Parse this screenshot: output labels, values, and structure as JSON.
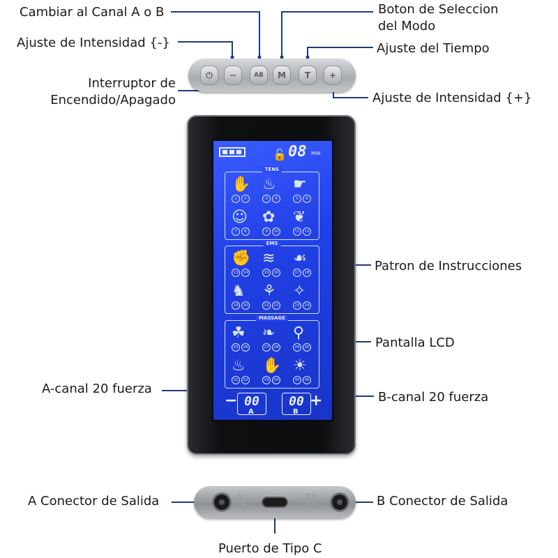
{
  "labels": {
    "channel_switch": "Cambiar al Canal A o B",
    "mode_select_line1": "Boton de Seleccion",
    "mode_select_line2": "del Modo",
    "intensity_minus": "Ajuste de Intensidad {-}",
    "time_adjust": "Ajuste del Tiempo",
    "power_line1": "Interruptor de",
    "power_line2": "Encendido/Apagado",
    "intensity_plus": "Ajuste de Intensidad {+}",
    "instruction_pattern": "Patron de Instrucciones",
    "lcd_screen": "Pantalla LCD",
    "a_channel": "A-canal 20 fuerza",
    "b_channel": "B-canal 20 fuerza",
    "a_output": "A Conector de Salida",
    "b_output": "B Conector de Salida",
    "usb_port": "Puerto de Tipo C"
  },
  "buttons": {
    "power": "⏻",
    "minus": "−",
    "ab": "AB",
    "mode": "M",
    "time": "T",
    "plus": "+"
  },
  "lcd": {
    "timer": "08",
    "timer_unit": "MIN",
    "groups": [
      "TENS",
      "EMS",
      "MASSAGE"
    ],
    "channel_a_value": "00",
    "channel_b_value": "00",
    "channel_a_letter": "A",
    "channel_b_letter": "B",
    "minus_sign": "−",
    "plus_sign": "+",
    "programs": [
      "1",
      "2",
      "3",
      "4",
      "5",
      "6",
      "7",
      "8",
      "9",
      "10",
      "11",
      "12",
      "13",
      "14",
      "15",
      "16",
      "17",
      "18",
      "19",
      "20",
      "21",
      "22",
      "23",
      "24",
      "25",
      "26",
      "27",
      "28",
      "29",
      "30",
      "31",
      "32",
      "33",
      "34",
      "35",
      "36"
    ]
  },
  "connectors": {
    "a_letter": "A",
    "b_letter": "B"
  },
  "colors": {
    "lcd_blue": "#2140e6",
    "leader_line": "#1f3a7a"
  }
}
